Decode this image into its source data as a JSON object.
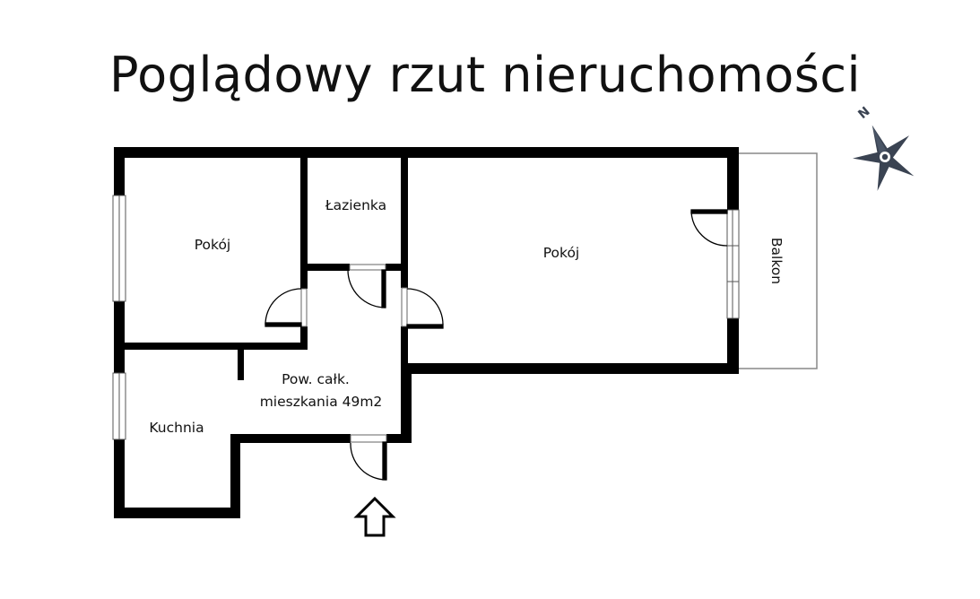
{
  "title": "Poglądowy rzut nieruchomości",
  "rooms": {
    "room_left": "Pokój",
    "bathroom": "Łazienka",
    "room_right": "Pokój",
    "kitchen": "Kuchnia",
    "balcony": "Balkon",
    "area_line1": "Pow. całk.",
    "area_line2": "mieszkania 49m2"
  },
  "compass": {
    "label": "N",
    "color": "#3a4352"
  },
  "colors": {
    "wall": "#000000",
    "balcony_outline": "#888888"
  }
}
